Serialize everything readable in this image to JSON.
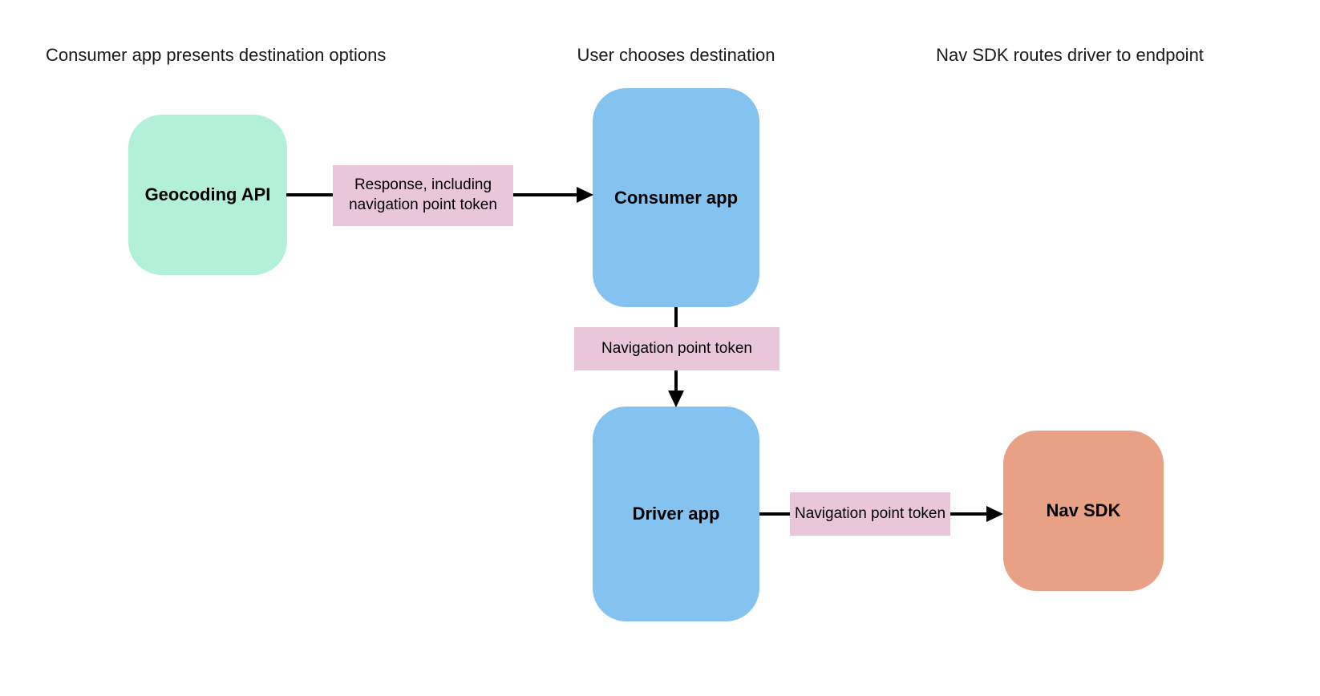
{
  "diagram": {
    "stage_labels": [
      {
        "text": "Consumer app presents destination options"
      },
      {
        "text": "User chooses destination"
      },
      {
        "text": "Nav SDK routes driver to endpoint"
      }
    ],
    "nodes": [
      {
        "id": "geocoding-api",
        "label": "Geocoding API",
        "color": "#b2f0d9"
      },
      {
        "id": "consumer-app",
        "label": "Consumer app",
        "color": "#84c3f0"
      },
      {
        "id": "driver-app",
        "label": "Driver app",
        "color": "#84c3f0"
      },
      {
        "id": "nav-sdk",
        "label": "Nav SDK",
        "color": "#e8a184"
      }
    ],
    "edge_labels": [
      {
        "text": "Response, including navigation point token",
        "color": "#eac6db"
      },
      {
        "text": "Navigation point token",
        "color": "#eac6db"
      },
      {
        "text": "Navigation point token",
        "color": "#eac6db"
      }
    ],
    "colors": {
      "background": "#ffffff",
      "arrow": "#000000",
      "heading_text": "#1a1a1a",
      "node_text": "#000000"
    }
  }
}
